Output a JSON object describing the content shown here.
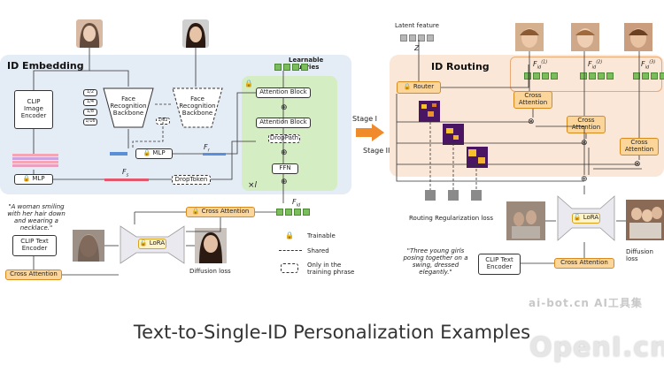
{
  "left": {
    "title": "ID Embedding",
    "clip_image_encoder": "CLIP\nImage\nEncoder",
    "face_backbone_1": "Face\nRecognition\nBackbone",
    "face_backbone_2": "Face\nRecognition\nBackbone",
    "scales": [
      "1/2",
      "1/4",
      "1/8",
      "1/16"
    ],
    "scale_1_32": "1/32",
    "learnable_queries": "Learnable\nqueries",
    "attention_block_1": "Attention Block",
    "attention_block_2": "Attention Block",
    "droppath": "DropPath",
    "ffn": "FFN",
    "times_l": "×l",
    "mlp_top": "MLP",
    "mlp_bottom": "MLP",
    "f_r": "F",
    "f_r_sub": "r",
    "f_s": "F",
    "f_s_sub": "s",
    "droptoken": "DropToken",
    "f_id": "F",
    "f_id_sub": "id",
    "cross_attention_top": "Cross Attention",
    "prompt": "\"A woman smiling with her hair down and wearing a necklace.\"",
    "clip_text_encoder": "CLIP Text\nEncoder",
    "cross_attention_bottom": "Cross Attention",
    "lora": "LoRA",
    "diffusion_loss": "Diffusion loss",
    "legend_trainable": "Trainable",
    "legend_shared": "Shared",
    "legend_training": "Only in the\ntraining phrase"
  },
  "middle": {
    "stage1": "Stage I",
    "stage2": "Stage II"
  },
  "right": {
    "latent_feature": "Latent feature",
    "z": "Z",
    "title": "ID Routing",
    "router": "Router",
    "fid1": "F",
    "fid1_sup": "(1)",
    "fid2": "F",
    "fid2_sup": "(2)",
    "fid3": "F",
    "fid3_sup": "(3)",
    "fid_sub": "id",
    "cross_attention_1": "Cross\nAttention",
    "cross_attention_2": "Cross\nAttention",
    "cross_attention_3": "Cross\nAttention",
    "routing_loss": "Routing Regularization loss",
    "lora": "LoRA",
    "diffusion_loss": "Diffusion loss",
    "prompt": "\"Three young girls posing together on a swing, dressed elegantly.\"",
    "clip_text_encoder": "CLIP Text\nEncoder",
    "cross_attention_bottom": "Cross Attention"
  },
  "caption": "Text-to-Single-ID Personalization Examples",
  "watermarks": {
    "small": "ai-bot.cn AI工具集",
    "big": "OpenI.cn"
  },
  "colors": {
    "left_panel": "#e4ecf6",
    "right_panel": "#fbe7d7",
    "green_zone": "#d5edc2",
    "orange_box": "#fbd59a",
    "stage_arrow": "#f08a2a"
  }
}
